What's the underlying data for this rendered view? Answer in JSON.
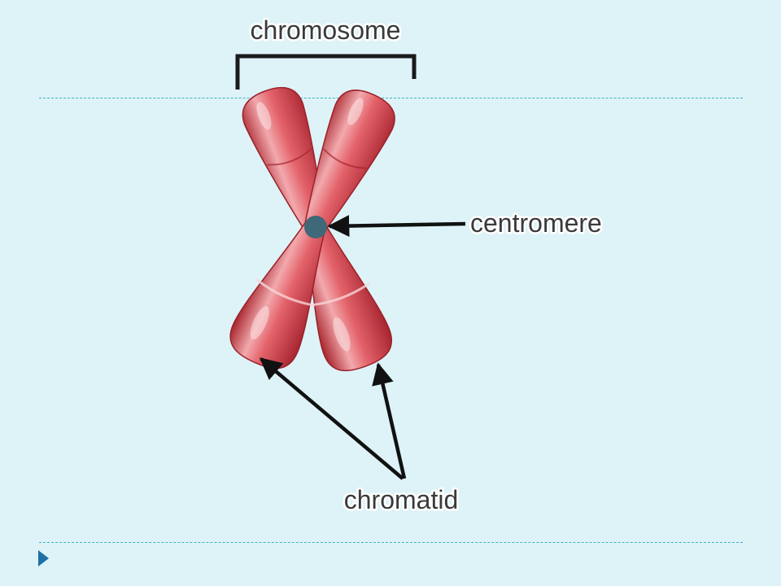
{
  "diagram": {
    "labels": {
      "chromosome": "chromosome",
      "centromere": "centromere",
      "chromatid": "chromatid"
    },
    "colors": {
      "background": "#DDF3F8",
      "chromosome_red": "#D8474F",
      "centromere_dot": "#3F6878",
      "arrow": "#111111",
      "rule": "#3FB3C6",
      "bullet": "#1E6FA6"
    }
  }
}
